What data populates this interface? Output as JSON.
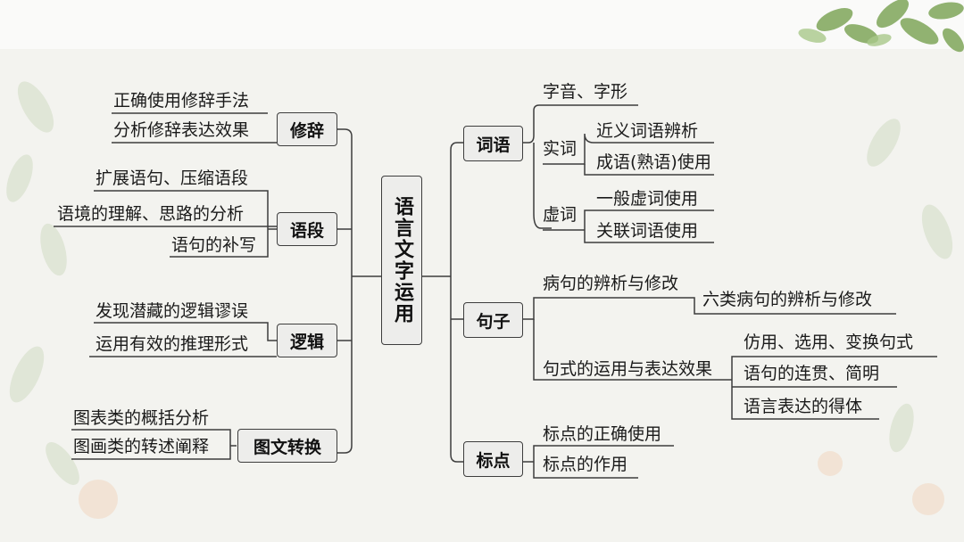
{
  "center": "语言文字运用",
  "left": {
    "xiuci": {
      "label": "修辞",
      "items": [
        "正确使用修辞手法",
        "分析修辞表达效果"
      ]
    },
    "yuduan": {
      "label": "语段",
      "items": [
        "扩展语句、压缩语段",
        "语境的理解、思路的分析",
        "语句的补写"
      ]
    },
    "luoji": {
      "label": "逻辑",
      "items": [
        "发现潜藏的逻辑谬误",
        "运用有效的推理形式"
      ]
    },
    "tuwen": {
      "label": "图文转换",
      "items": [
        "图表类的概括分析",
        "图画类的转述阐释"
      ]
    }
  },
  "right": {
    "ciyu": {
      "label": "词语",
      "zishi": "字音、字形",
      "shici": {
        "label": "实词",
        "items": [
          "近义词语辨析",
          "成语(熟语)使用"
        ]
      },
      "xuci": {
        "label": "虚词",
        "items": [
          "一般虚词使用",
          "关联词语使用"
        ]
      }
    },
    "juzi": {
      "label": "句子",
      "bingju": {
        "label": "病句的辨析与修改",
        "item": "六类病句的辨析与修改"
      },
      "jushi": {
        "label": "句式的运用与表达效果",
        "items": [
          "仿用、选用、变换句式",
          "语句的连贯、简明",
          "语言表达的得体"
        ]
      }
    },
    "biaodian": {
      "label": "标点",
      "items": [
        "标点的正确使用",
        "标点的作用"
      ]
    }
  }
}
